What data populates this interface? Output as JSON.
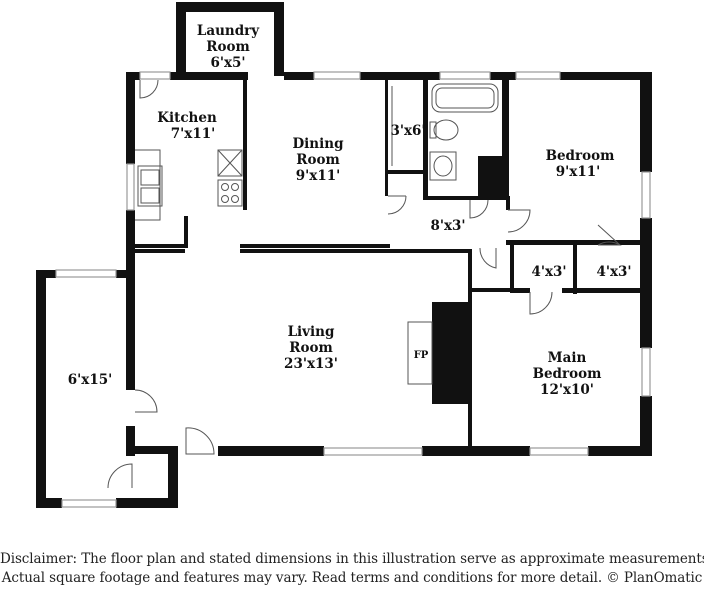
{
  "rooms": {
    "laundry": {
      "name_line1": "Laundry",
      "name_line2": "Room",
      "dims": "6'x5'"
    },
    "kitchen": {
      "name": "Kitchen",
      "dims": "7'x11'"
    },
    "dining": {
      "name_line1": "Dining",
      "name_line2": "Room",
      "dims": "9'x11'"
    },
    "closet_3x6": {
      "dims": "3'x6'"
    },
    "bedroom": {
      "name": "Bedroom",
      "dims": "9'x11'"
    },
    "hall": {
      "dims": "8'x3'"
    },
    "closet_a": {
      "dims": "4'x3'"
    },
    "closet_b": {
      "dims": "4'x3'"
    },
    "living": {
      "name_line1": "Living",
      "name_line2": "Room",
      "dims": "23'x13'"
    },
    "porch": {
      "dims": "6'x15'"
    },
    "main_bedroom": {
      "name_line1": "Main",
      "name_line2": "Bedroom",
      "dims": "12'x10'"
    }
  },
  "fixtures": {
    "fireplace": "FP"
  },
  "disclaimer": {
    "line1": "Disclaimer: The floor plan and stated dimensions in this illustration serve as approximate measurements.",
    "line2": "Actual square footage and features may vary. Read terms and conditions for more detail. © PlanOmatic"
  },
  "colors": {
    "wall": "#111111",
    "window": "#999999",
    "fixture_line": "#555555"
  }
}
